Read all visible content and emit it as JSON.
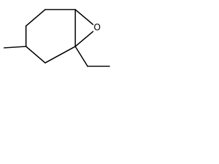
{
  "molecule": {
    "atoms": [
      {
        "id": "C1",
        "element": "C"
      },
      {
        "id": "C2",
        "element": "C"
      },
      {
        "id": "C3",
        "element": "C"
      },
      {
        "id": "C4",
        "element": "C"
      },
      {
        "id": "C5",
        "element": "C"
      },
      {
        "id": "C6",
        "element": "C"
      },
      {
        "id": "O1",
        "element": "O",
        "label": "O"
      },
      {
        "id": "Me",
        "element": "C"
      },
      {
        "id": "Et1",
        "element": "C"
      },
      {
        "id": "Et2",
        "element": "C"
      }
    ],
    "bonds": [
      [
        "C1",
        "C2"
      ],
      [
        "C2",
        "C3"
      ],
      [
        "C3",
        "C4"
      ],
      [
        "C4",
        "C5"
      ],
      [
        "C5",
        "C6"
      ],
      [
        "C6",
        "C1"
      ],
      [
        "C1",
        "O1"
      ],
      [
        "C6",
        "O1"
      ],
      [
        "C4",
        "Me"
      ],
      [
        "C6",
        "Et1"
      ],
      [
        "Et1",
        "Et2"
      ]
    ]
  }
}
